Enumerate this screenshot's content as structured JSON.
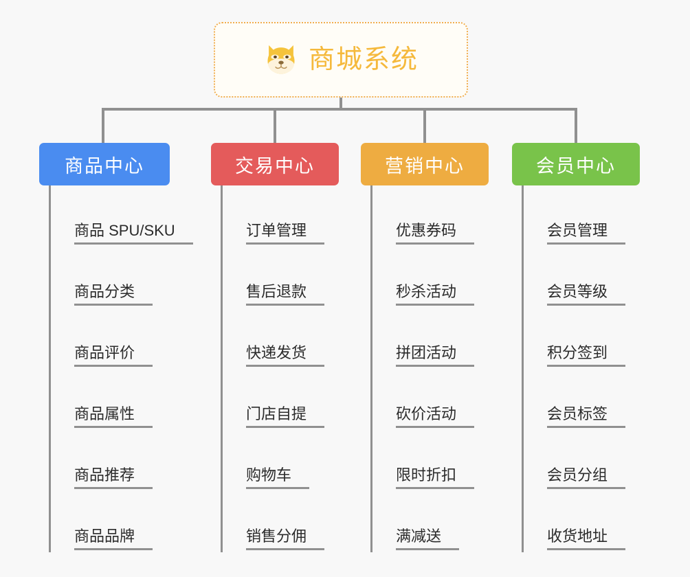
{
  "page": {
    "background_color": "#f8f8f8",
    "line_color": "#909090",
    "leaf_text_color": "#2b2b2b"
  },
  "root": {
    "title": "商城系统",
    "icon": "shiba-dog-face-icon",
    "text_color": "#f5b93c",
    "border_color": "#f0ad4e",
    "background_color": "#fffdf7"
  },
  "columns": [
    {
      "title": "商品中心",
      "color": "#4a8cf0",
      "items": [
        {
          "label": "商品 SPU/SKU"
        },
        {
          "label": "商品分类"
        },
        {
          "label": "商品评价"
        },
        {
          "label": "商品属性"
        },
        {
          "label": "商品推荐"
        },
        {
          "label": "商品品牌"
        }
      ]
    },
    {
      "title": "交易中心",
      "color": "#e45b5b",
      "items": [
        {
          "label": "订单管理"
        },
        {
          "label": "售后退款"
        },
        {
          "label": "快递发货"
        },
        {
          "label": "门店自提"
        },
        {
          "label": "购物车"
        },
        {
          "label": "销售分佣"
        }
      ]
    },
    {
      "title": "营销中心",
      "color": "#eeac41",
      "items": [
        {
          "label": "优惠券码"
        },
        {
          "label": "秒杀活动"
        },
        {
          "label": "拼团活动"
        },
        {
          "label": "砍价活动"
        },
        {
          "label": "限时折扣"
        },
        {
          "label": "满减送"
        }
      ]
    },
    {
      "title": "会员中心",
      "color": "#79c34a",
      "items": [
        {
          "label": "会员管理"
        },
        {
          "label": "会员等级"
        },
        {
          "label": "积分签到"
        },
        {
          "label": "会员标签"
        },
        {
          "label": "会员分组"
        },
        {
          "label": "收货地址"
        }
      ]
    }
  ]
}
